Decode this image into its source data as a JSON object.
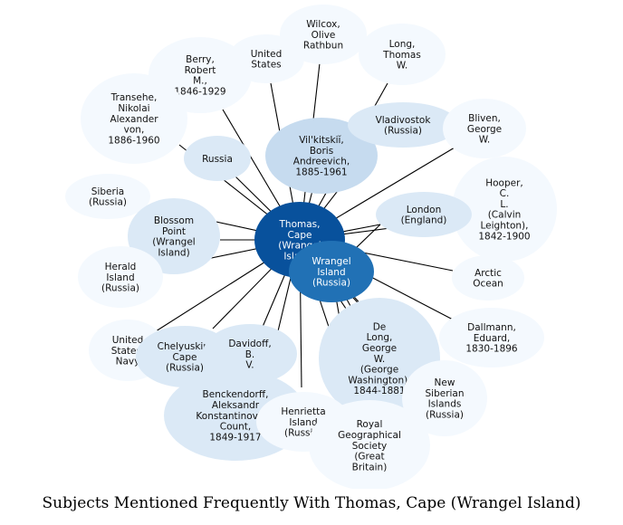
{
  "title": "Subjects Mentioned Frequently With Thomas, Cape (Wrangel Island)",
  "colors": {
    "center": "#08519c",
    "strong": "#2171b5",
    "medium": "#c6dbef",
    "light": "#dbe9f6",
    "pale": "#f4f9fe",
    "edge": "#000000"
  },
  "center": {
    "id": "thomas-cape",
    "label": [
      "Thomas,",
      "Cape",
      "(Wrangel",
      "Island)"
    ],
    "tone": "center"
  },
  "nodes": [
    {
      "id": "wilcox",
      "label": [
        "Wilcox,",
        "Olive",
        "Rathbun"
      ],
      "tone": "pale"
    },
    {
      "id": "long-thomas",
      "label": [
        "Long,",
        "Thomas",
        "W."
      ],
      "tone": "pale"
    },
    {
      "id": "united-states",
      "label": [
        "United",
        "States"
      ],
      "tone": "pale"
    },
    {
      "id": "berry",
      "label": [
        "Berry,",
        "Robert",
        "M.,",
        "1846-1929"
      ],
      "tone": "pale"
    },
    {
      "id": "transehe",
      "label": [
        "Transehe,",
        "Nikolai",
        "Alexander",
        "von,",
        "1886-1960"
      ],
      "tone": "pale"
    },
    {
      "id": "vilkitskii",
      "label": [
        "Vil'kitskiĭ,",
        "Boris",
        "Andreevich,",
        "1885-1961"
      ],
      "tone": "medium"
    },
    {
      "id": "vladivostok",
      "label": [
        "Vladivostok",
        "(Russia)"
      ],
      "tone": "light"
    },
    {
      "id": "bliven",
      "label": [
        "Bliven,",
        "George",
        "W."
      ],
      "tone": "pale"
    },
    {
      "id": "russia",
      "label": [
        "Russia"
      ],
      "tone": "light"
    },
    {
      "id": "hooper",
      "label": [
        "Hooper,",
        "C.",
        "L.",
        "(Calvin",
        "Leighton),",
        "1842-1900"
      ],
      "tone": "pale"
    },
    {
      "id": "siberia",
      "label": [
        "Siberia",
        "(Russia)"
      ],
      "tone": "pale"
    },
    {
      "id": "london",
      "label": [
        "London",
        "(England)"
      ],
      "tone": "light"
    },
    {
      "id": "blossom-point",
      "label": [
        "Blossom",
        "Point",
        "(Wrangel",
        "Island)"
      ],
      "tone": "light"
    },
    {
      "id": "herald-island",
      "label": [
        "Herald",
        "Island",
        "(Russia)"
      ],
      "tone": "pale"
    },
    {
      "id": "arctic-ocean",
      "label": [
        "Arctic",
        "Ocean"
      ],
      "tone": "pale"
    },
    {
      "id": "dallmann",
      "label": [
        "Dallmann,",
        "Eduard,",
        "1830-1896"
      ],
      "tone": "pale"
    },
    {
      "id": "us-navy",
      "label": [
        "United",
        "States.",
        "Navy"
      ],
      "tone": "pale"
    },
    {
      "id": "cheluskin",
      "label": [
        "Chelyuskin,",
        "Cape",
        "(Russia)"
      ],
      "tone": "light"
    },
    {
      "id": "davidoff",
      "label": [
        "Davidoff,",
        "B.",
        "V."
      ],
      "tone": "light"
    },
    {
      "id": "de-long",
      "label": [
        "De",
        "Long,",
        "George",
        "W.",
        "(George",
        "Washington),",
        "1844-1881"
      ],
      "tone": "light"
    },
    {
      "id": "new-siberian",
      "label": [
        "New",
        "Siberian",
        "Islands",
        "(Russia)"
      ],
      "tone": "pale"
    },
    {
      "id": "benckendorff",
      "label": [
        "Benckendorff,",
        "Aleksandr",
        "Konstantinovich,",
        "Count,",
        "1849-1917"
      ],
      "tone": "light"
    },
    {
      "id": "henrietta",
      "label": [
        "Henrietta",
        "Island",
        "(Russia)"
      ],
      "tone": "pale"
    },
    {
      "id": "royal-geo",
      "label": [
        "Royal",
        "Geographical",
        "Society",
        "(Great",
        "Britain)"
      ],
      "tone": "pale"
    },
    {
      "id": "wrangel-island",
      "label": [
        "Wrangel",
        "Island",
        "(Russia)"
      ],
      "tone": "strong"
    }
  ]
}
